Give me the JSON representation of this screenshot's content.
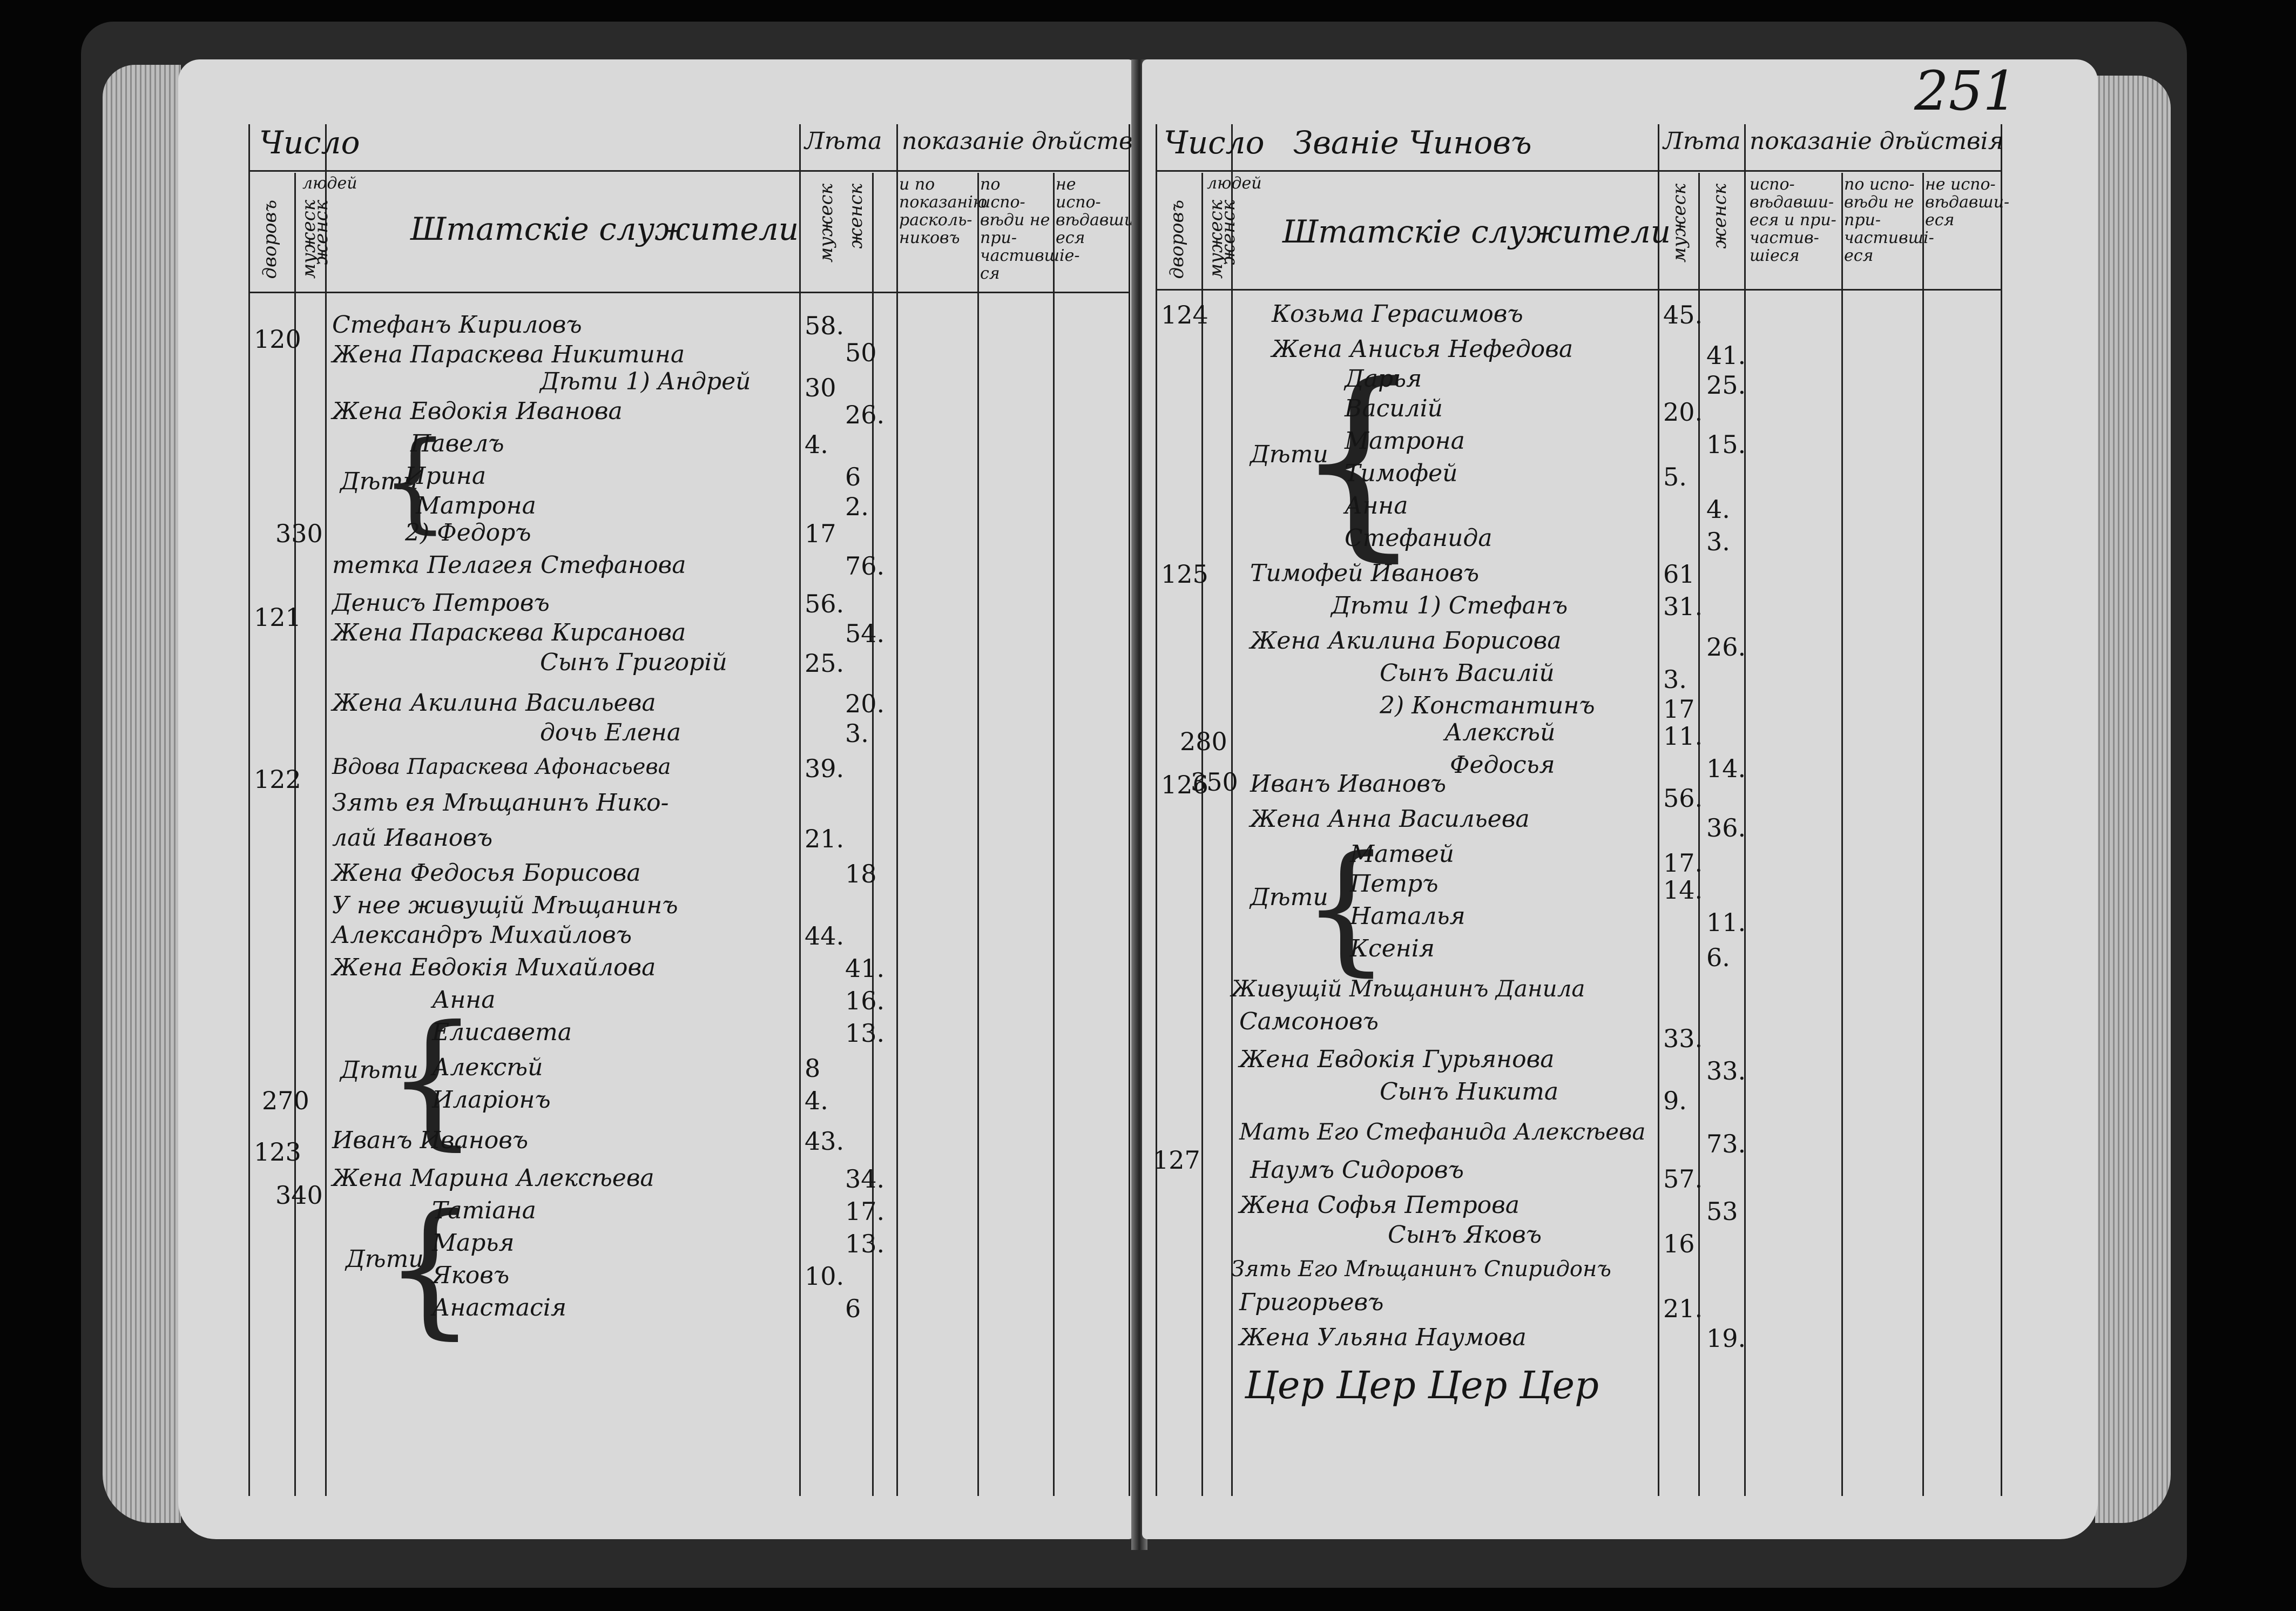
{
  "page_number": "251",
  "left": {
    "head": {
      "chislo": "Число",
      "lyudey": "людей",
      "dvorov": "дворовъ",
      "muzhesk": "мужеск",
      "zhensk": "женск",
      "title": "Штатскiе служители",
      "let": "Лѣта",
      "pokazanie": "показанiе дѣйствiя",
      "let_m": "мужеск",
      "let_z": "женск",
      "col_a": "и по показанiю расколь-никовъ",
      "col_b": "по испо-вѣди не при-частившiе-ся",
      "col_c": "не испо-вѣдавши-еся"
    },
    "rows": [
      {
        "dvor": "120",
        "name": "Стефанъ Кириловъ",
        "m": "58.",
        "z": ""
      },
      {
        "dvor": "",
        "name": "Жена Параскева Никитина",
        "m": "",
        "z": "50"
      },
      {
        "dvor": "",
        "name": "Дѣти 1) Андрей",
        "m": "30",
        "z": ""
      },
      {
        "dvor": "",
        "name": "Жена Евдокiя Иванова",
        "m": "",
        "z": "26."
      },
      {
        "dvor": "",
        "name": "Павелъ",
        "m": "4.",
        "z": ""
      },
      {
        "dvor": "",
        "name": "Ирина",
        "m": "",
        "z": "6"
      },
      {
        "dvor": "",
        "name": "Матрона",
        "m": "",
        "z": "2."
      },
      {
        "dvor": "",
        "name": "2) Федоръ",
        "m": "17",
        "z": ""
      },
      {
        "dvor": "",
        "name": "тетка Пелагея Стефанова",
        "m": "",
        "z": "76."
      },
      {
        "dvor": "121",
        "name": "Денисъ Петровъ",
        "m": "56.",
        "z": ""
      },
      {
        "dvor": "",
        "name": "Жена Параскева Кирсанова",
        "m": "",
        "z": "54."
      },
      {
        "dvor": "",
        "name": "Сынъ Григорiй",
        "m": "25.",
        "z": ""
      },
      {
        "dvor": "",
        "name": "Жена Акилина Васильева",
        "m": "",
        "z": "20."
      },
      {
        "dvor": "",
        "name": "дочь Елена",
        "m": "",
        "z": "3."
      },
      {
        "dvor": "122",
        "name": "Вдова Параскева Афонасьева",
        "m": "",
        "z": "39."
      },
      {
        "dvor": "",
        "name": "Зять ея Мѣщанинъ Нико-",
        "m": "",
        "z": ""
      },
      {
        "dvor": "",
        "name": "лай Ивановъ",
        "m": "21.",
        "z": ""
      },
      {
        "dvor": "",
        "name": "Жена Федосья Борисова",
        "m": "",
        "z": "18"
      },
      {
        "dvor": "",
        "name": "У нее живущiй Мѣщанинъ",
        "m": "",
        "z": ""
      },
      {
        "dvor": "",
        "name": "Александръ Михайловъ",
        "m": "44.",
        "z": ""
      },
      {
        "dvor": "",
        "name": "Жена Евдокiя Михайлова",
        "m": "",
        "z": "41."
      },
      {
        "dvor": "",
        "name": "Анна",
        "m": "",
        "z": "16."
      },
      {
        "dvor": "",
        "name": "Елисавета",
        "m": "",
        "z": "13."
      },
      {
        "dvor": "",
        "name": "Алексѣй",
        "m": "8",
        "z": ""
      },
      {
        "dvor": "",
        "name": "Иларiонъ",
        "m": "4.",
        "z": ""
      },
      {
        "dvor": "123",
        "name": "Иванъ Ивановъ",
        "m": "43.",
        "z": ""
      },
      {
        "dvor": "",
        "name": "Жена Марина Алексѣева",
        "m": "",
        "z": "34."
      },
      {
        "dvor": "",
        "name": "Татiана",
        "m": "",
        "z": "17."
      },
      {
        "dvor": "",
        "name": "Марья",
        "m": "",
        "z": "13."
      },
      {
        "dvor": "",
        "name": "Яковъ",
        "m": "10.",
        "z": ""
      },
      {
        "dvor": "",
        "name": "Анастасiя",
        "m": "",
        "z": "6"
      }
    ],
    "margin_nums": {
      "n330": "330",
      "n270": "270",
      "n340": "340"
    },
    "deti": {
      "a": "Дѣти",
      "b": "Дѣти",
      "c": "Дѣти"
    }
  },
  "right": {
    "head": {
      "chislo": "Число",
      "zvanie": "Званiе Чиновъ",
      "lyudey": "людей",
      "dvorov": "дворовъ",
      "muzhesk": "мужеск",
      "zhensk": "женск",
      "title": "Штатскiе служители",
      "let": "Лѣта",
      "pokazanie": "показанiе дѣйствiя",
      "let_m": "мужеск",
      "let_z": "женск",
      "col_a": "испо-вѣдавши-еся и при-частив-шiеся",
      "col_b": "по испо-вѣди не при-частившi-еся",
      "col_c": "не испо-вѣдавши-еся"
    },
    "rows": [
      {
        "dvor": "124",
        "name": "Козьма Герасимовъ",
        "m": "45.",
        "z": ""
      },
      {
        "dvor": "",
        "name": "Жена Анисья Нефедова",
        "m": "",
        "z": "41."
      },
      {
        "dvor": "",
        "name": "Дарья",
        "m": "",
        "z": "25."
      },
      {
        "dvor": "",
        "name": "Василiй",
        "m": "20.",
        "z": ""
      },
      {
        "dvor": "",
        "name": "Матрона",
        "m": "",
        "z": "15."
      },
      {
        "dvor": "",
        "name": "Тимофей",
        "m": "5.",
        "z": ""
      },
      {
        "dvor": "",
        "name": "Анна",
        "m": "",
        "z": "4."
      },
      {
        "dvor": "",
        "name": "Стефанида",
        "m": "",
        "z": "3."
      },
      {
        "dvor": "125",
        "name": "Тимофей Ивановъ",
        "m": "61",
        "z": ""
      },
      {
        "dvor": "",
        "name": "Дѣти 1) Стефанъ",
        "m": "31.",
        "z": ""
      },
      {
        "dvor": "",
        "name": "Жена Акилина Борисова",
        "m": "",
        "z": "26."
      },
      {
        "dvor": "",
        "name": "Сынъ Василiй",
        "m": "3.",
        "z": ""
      },
      {
        "dvor": "",
        "name": "2) Константинъ",
        "m": "17",
        "z": ""
      },
      {
        "dvor": "",
        "name": "Алексѣй",
        "m": "11.",
        "z": ""
      },
      {
        "dvor": "",
        "name": "Федосья",
        "m": "",
        "z": "14."
      },
      {
        "dvor": "126",
        "name": "Иванъ Ивановъ",
        "m": "56.",
        "z": ""
      },
      {
        "dvor": "",
        "name": "Жена Анна Васильева",
        "m": "",
        "z": "36."
      },
      {
        "dvor": "",
        "name": "Матвей",
        "m": "17.",
        "z": ""
      },
      {
        "dvor": "",
        "name": "Петръ",
        "m": "14.",
        "z": ""
      },
      {
        "dvor": "",
        "name": "Наталья",
        "m": "",
        "z": "11."
      },
      {
        "dvor": "",
        "name": "Ксенiя",
        "m": "",
        "z": "6."
      },
      {
        "dvor": "",
        "name": "Живущiй Мѣщанинъ Данила",
        "m": "",
        "z": ""
      },
      {
        "dvor": "",
        "name": "Самсоновъ",
        "m": "33.",
        "z": ""
      },
      {
        "dvor": "",
        "name": "Жена Евдокiя Гурьянова",
        "m": "",
        "z": "33."
      },
      {
        "dvor": "",
        "name": "Сынъ Никита",
        "m": "9.",
        "z": ""
      },
      {
        "dvor": "",
        "name": "Мать Его Стефанида Алексѣева",
        "m": "",
        "z": "73."
      },
      {
        "dvor": "127",
        "name": "Наумъ Сидоровъ",
        "m": "57.",
        "z": ""
      },
      {
        "dvor": "",
        "name": "Жена Софья Петрова",
        "m": "",
        "z": "53"
      },
      {
        "dvor": "",
        "name": "Сынъ Яковъ",
        "m": "16",
        "z": ""
      },
      {
        "dvor": "",
        "name": "Зять Его Мѣщанинъ Спиридонъ",
        "m": "",
        "z": ""
      },
      {
        "dvor": "",
        "name": "Григорьевъ",
        "m": "21.",
        "z": ""
      },
      {
        "dvor": "",
        "name": "Жена Ульяна Наумова",
        "m": "",
        "z": "19."
      }
    ],
    "margin_nums": {
      "n280": "280",
      "n350": "350"
    },
    "deti": {
      "a": "Дѣти",
      "b": "Дѣти"
    },
    "signature": "Цер Цер Цер Цер"
  }
}
